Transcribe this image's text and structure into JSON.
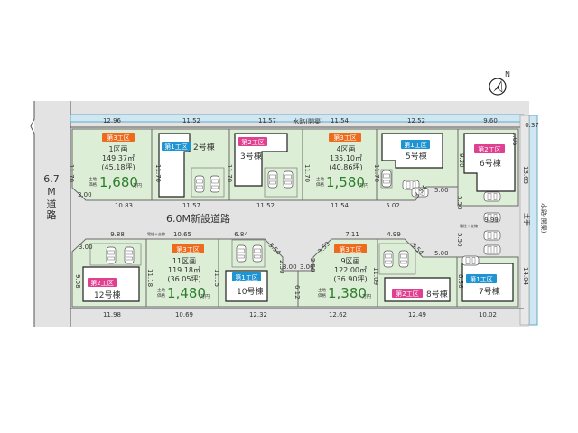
{
  "compass": {
    "letter": "N"
  },
  "roads": {
    "main_road": "6.0M新設道路",
    "west_road_width": "6.7",
    "west_road_unit": "M",
    "west_road_label": "道路",
    "north_channel": "水路(開渠)",
    "east_channel": "水路(開渠)",
    "embankment": "土手",
    "utility_pole_label": "電柱＋支線"
  },
  "badges": {
    "phase1": "第1工区",
    "phase2": "第2工区",
    "phase3": "第3工区",
    "colors": {
      "phase1": "#1f94d2",
      "phase2": "#e04090",
      "phase3": "#ee6a1c"
    }
  },
  "price_label": {
    "line1": "土地",
    "line2": "価格",
    "unit": "万円"
  },
  "lots": [
    {
      "id": "lot1",
      "area_title": "1区画",
      "area_m2": "149.37㎡",
      "area_tsubo": "(45.18坪)",
      "price": "1,680",
      "phase": "第3工区"
    },
    {
      "id": "lot2",
      "house": "2号棟",
      "phase": "第1工区"
    },
    {
      "id": "lot3",
      "house": "3号棟",
      "phase": "第2工区"
    },
    {
      "id": "lot4",
      "area_title": "4区画",
      "area_m2": "135.10㎡",
      "area_tsubo": "(40.86坪)",
      "price": "1,580",
      "phase": "第3工区"
    },
    {
      "id": "lot5",
      "house": "5号棟",
      "phase": "第1工区"
    },
    {
      "id": "lot6",
      "house": "6号棟",
      "phase": "第2工区"
    },
    {
      "id": "lot7",
      "house": "7号棟",
      "phase": "第1工区"
    },
    {
      "id": "lot8",
      "house": "8号棟",
      "phase": "第2工区"
    },
    {
      "id": "lot9",
      "area_title": "9区画",
      "area_m2": "122.00㎡",
      "area_tsubo": "(36.90坪)",
      "price": "1,380",
      "phase": "第3工区"
    },
    {
      "id": "lot10",
      "house": "10号棟",
      "phase": "第1工区"
    },
    {
      "id": "lot11",
      "area_title": "11区画",
      "area_m2": "119.18㎡",
      "area_tsubo": "(36.05坪)",
      "price": "1,480",
      "phase": "第3工区"
    },
    {
      "id": "lot12",
      "house": "12号棟",
      "phase": "第2工区"
    }
  ],
  "dimensions": {
    "top_frontages": [
      "12.96",
      "11.52",
      "11.57",
      "11.54",
      "12.52",
      "9.60"
    ],
    "top_right_corner": "0.37",
    "north_row_depths": [
      "11.70",
      "11.70",
      "11.70",
      "11.70",
      "11.70"
    ],
    "north_row_road_side": [
      "10.83",
      "11.57",
      "11.52",
      "11.54",
      "5.02"
    ],
    "lot1_corner": "3.00",
    "lot5_corner": "3.54",
    "lot5_side": "5.00",
    "lot6_depth": "9.20",
    "lot6_corner": "1.05",
    "east_upper": "13.65",
    "east_lower": "14.04",
    "east_road_upper": "5.50",
    "east_road_lower": "5.50",
    "lot6_bottom": "9.99",
    "south_row_road_side": [
      "9.88",
      "10.65",
      "6.84",
      "7.11",
      "4.99"
    ],
    "lot12_corner": "3.00",
    "lot12_depth": "9.08",
    "lot11_side_left": "11.18",
    "lot11_side_right": "11.15",
    "lot10_corner": "3.54",
    "lot10_notch1": "2.50",
    "lot10_notch2": "3.00",
    "lot10_right": "6.12",
    "lot9_notch1": "3.00",
    "lot9_notch2": "2.50",
    "lot9_corner": "3.53",
    "lot9_right": "11.09",
    "lot8_corner": "3.54",
    "lot8_side": "5.00",
    "lot7_depth": "8.56",
    "bottom_frontages": [
      "11.98",
      "10.69",
      "12.32",
      "12.62",
      "12.49",
      "10.02"
    ]
  }
}
